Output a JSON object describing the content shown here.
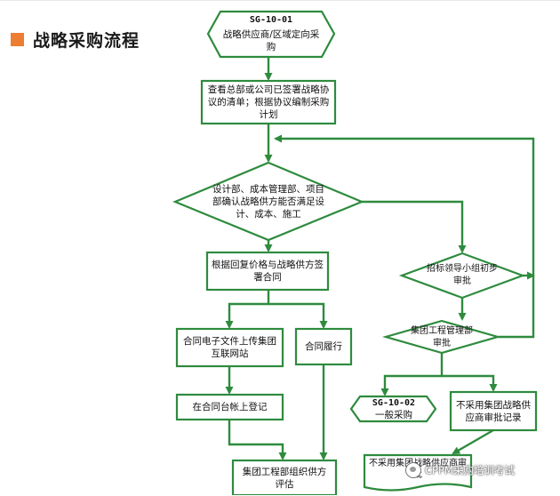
{
  "page_title": "战略采购流程",
  "nodes": {
    "start": {
      "code": "SG-10-01",
      "text": "战略供应商/区域定向采购"
    },
    "check_list": {
      "text": "查看总部或公司已签署战略协议的清单；根据协议编制采购计划"
    },
    "confirm_supplier": {
      "text": "设计部、成本管理部、项目部确认战略供方能否满足设计、成本、施工"
    },
    "sign_contract": {
      "text": "根据回复价格与战略供方签署合同"
    },
    "upload_contract": {
      "text": "合同电子文件上传集团互联网站"
    },
    "perform_contract": {
      "text": "合同履行"
    },
    "register_ledger": {
      "text": "在合同台帐上登记"
    },
    "evaluate_supplier": {
      "text": "集团工程部组织供方评估"
    },
    "tender_review": {
      "text": "招标领导小组初步审批"
    },
    "group_review": {
      "text": "集团工程管理部审批"
    },
    "general_purchase": {
      "code": "SG-10-02",
      "text": "一般采购"
    },
    "not_adopt_record": {
      "text": "不采用集团战略供应商审批记录"
    },
    "not_adopt_doc": {
      "text": "不采用集团战略供应商审批"
    }
  },
  "colors": {
    "node_border": "#2e8b3e",
    "node_fill": "#ffffff",
    "arrow": "#2e8b3e",
    "title_accent": "#ed7d31"
  },
  "watermark": {
    "text": "CPPM采购培训考试",
    "icon": "wechat-icon"
  }
}
